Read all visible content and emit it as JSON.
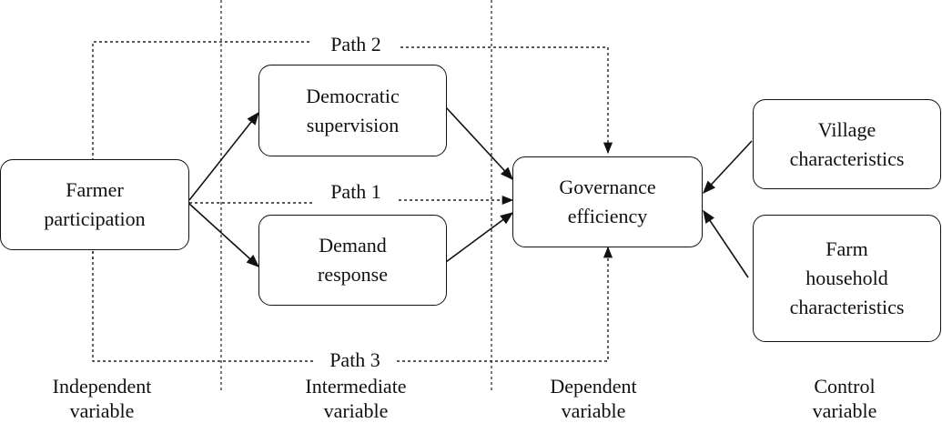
{
  "nodes": {
    "farmer": [
      "Farmer",
      "participation"
    ],
    "democratic": [
      "Democratic",
      "supervision"
    ],
    "demand": [
      "Demand",
      "response"
    ],
    "governance": [
      "Governance",
      "efficiency"
    ],
    "village": [
      "Village",
      "characteristics"
    ],
    "household": [
      "Farm",
      "household",
      "characteristics"
    ]
  },
  "paths": {
    "path1": "Path 1",
    "path2": "Path 2",
    "path3": "Path 3"
  },
  "categories": {
    "independent": [
      "Independent",
      "variable"
    ],
    "intermediate": [
      "Intermediate",
      "variable"
    ],
    "dependent": [
      "Dependent",
      "variable"
    ],
    "control": [
      "Control",
      "variable"
    ]
  }
}
